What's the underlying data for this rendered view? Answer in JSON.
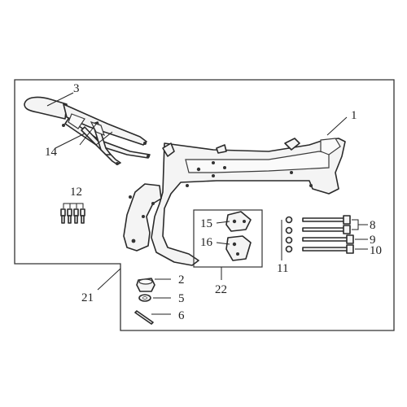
{
  "diagram": {
    "parts": [
      {
        "key": "frame",
        "number": "1"
      },
      {
        "key": "bushing",
        "number": "2"
      },
      {
        "key": "rear_subframe",
        "number": "3"
      },
      {
        "key": "washer",
        "number": "5"
      },
      {
        "key": "cotter_pin",
        "number": "6"
      },
      {
        "key": "bolt_a",
        "number": "8"
      },
      {
        "key": "bolt_b",
        "number": "9"
      },
      {
        "key": "bolt_c",
        "number": "10"
      },
      {
        "key": "nuts",
        "number": "11"
      },
      {
        "key": "subframe_bolts",
        "number": "12"
      },
      {
        "key": "subframe_assembly",
        "number": "14"
      },
      {
        "key": "upper_mount_plate",
        "number": "15"
      },
      {
        "key": "lower_mount_plate",
        "number": "16"
      },
      {
        "key": "frame_assembly",
        "number": "21"
      },
      {
        "key": "engine_mount_set",
        "number": "22"
      }
    ]
  }
}
